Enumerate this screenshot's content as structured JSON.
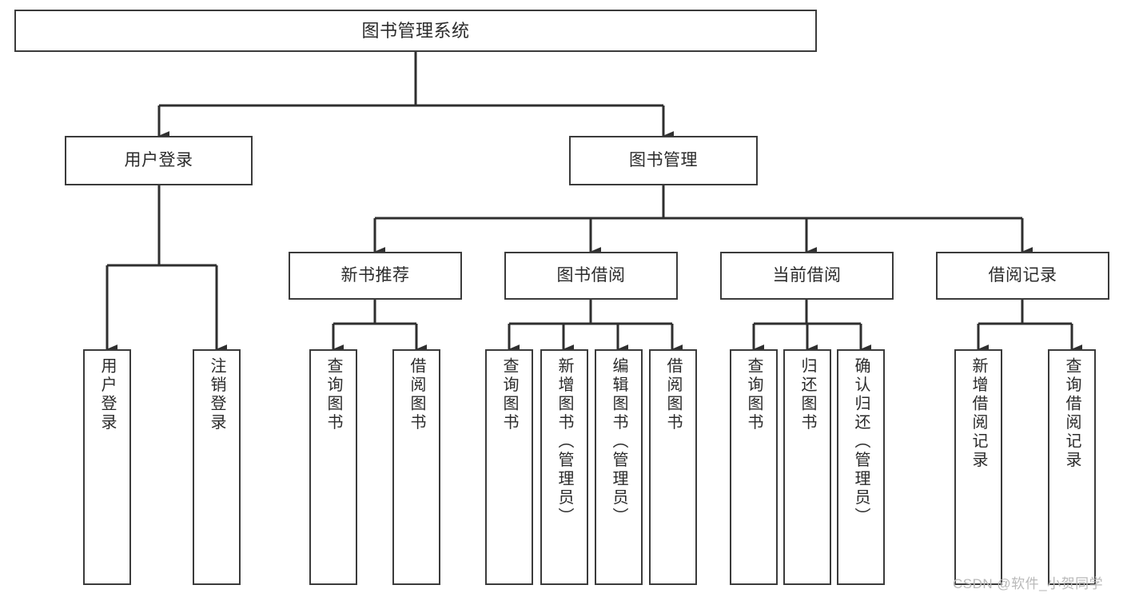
{
  "diagram": {
    "title": "图书管理系统",
    "type": "tree-hierarchy",
    "colors": {
      "box_border": "#3b3b3b",
      "box_fill": "#ffffff",
      "connector": "#2f2f2f",
      "text": "#2b2b2b",
      "watermark": "#b9b9b9",
      "background": "#ffffff"
    },
    "root": {
      "label": "图书管理系统"
    },
    "level2": [
      {
        "label": "用户登录"
      },
      {
        "label": "图书管理"
      }
    ],
    "level3": [
      {
        "label": "新书推荐"
      },
      {
        "label": "图书借阅"
      },
      {
        "label": "当前借阅"
      },
      {
        "label": "借阅记录"
      }
    ],
    "leaves": {
      "user_login": [
        {
          "label": "用户登录"
        },
        {
          "label": "注销登录"
        }
      ],
      "new_book_recommend": [
        {
          "label": "查询图书"
        },
        {
          "label": "借阅图书"
        }
      ],
      "book_borrow": [
        {
          "label": "查询图书"
        },
        {
          "label": "新增图书（管理员）"
        },
        {
          "label": "编辑图书（管理员）"
        },
        {
          "label": "借阅图书"
        }
      ],
      "current_borrow": [
        {
          "label": "查询图书"
        },
        {
          "label": "归还图书"
        },
        {
          "label": "确认归还（管理员）"
        }
      ],
      "borrow_record": [
        {
          "label": "新增借阅记录"
        },
        {
          "label": "查询借阅记录"
        }
      ]
    },
    "watermark": "CSDN @软件_小贺同学"
  }
}
